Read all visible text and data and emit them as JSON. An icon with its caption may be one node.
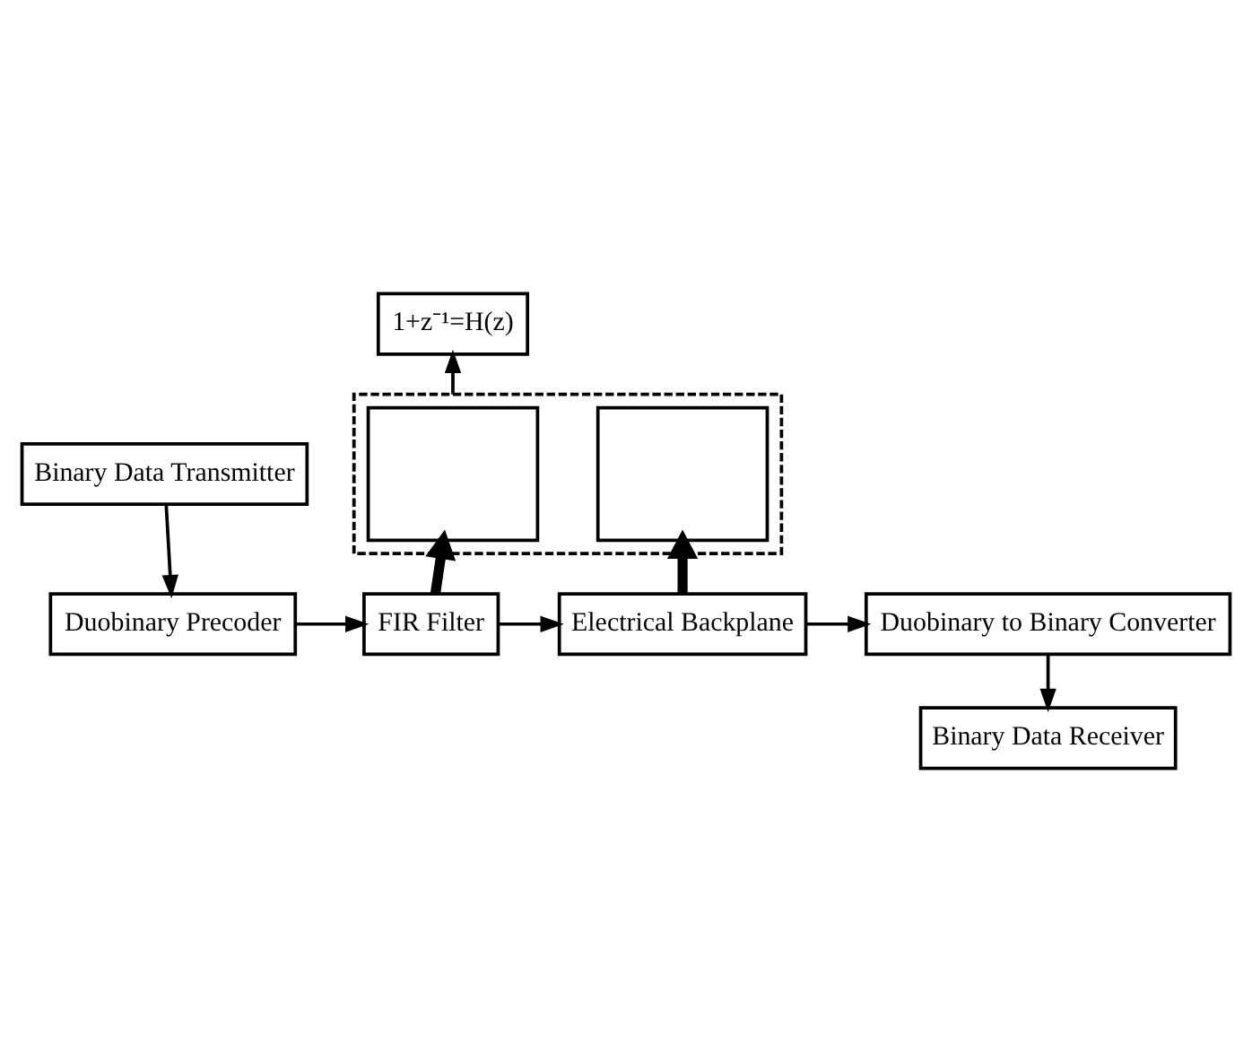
{
  "diagram": {
    "nodes": [
      {
        "text": [
          "Binary Data Transmitter"
        ]
      },
      {
        "text": [
          "Duobinary Precoder"
        ]
      },
      {
        "text": [
          "FIR Filter"
        ]
      },
      {
        "text": [
          "Electrical Backplane"
        ]
      },
      {
        "text": [
          "Duobinary to Binary Converter"
        ]
      },
      {
        "text": [
          "Binary Data Receiver"
        ]
      },
      {
        "text": [],
        "shape": "bracket"
      },
      {
        "text": [],
        "shape": "box",
        "in": 6
      },
      {
        "text": [],
        "shape": "box",
        "in": 6
      },
      {
        "text": [
          "1+z⁻¹=H(z)"
        ]
      }
    ],
    "edges": [
      {
        "from": 0,
        "to": 1,
        "arrow": "to"
      },
      {
        "from": 1,
        "to": 2,
        "arrow": "to"
      },
      {
        "from": 2,
        "to": 3,
        "arrow": "to"
      },
      {
        "from": 3,
        "to": 4,
        "arrow": "to"
      },
      {
        "from": 4,
        "to": 5,
        "arrow": "to"
      },
      {
        "from": 2,
        "to": 7,
        "arrow": "to",
        "style": "thick"
      },
      {
        "from": 3,
        "to": 8,
        "arrow": "to",
        "style": "thick"
      },
      {
        "from": 6,
        "to": 9,
        "arrow": "to"
      }
    ]
  }
}
